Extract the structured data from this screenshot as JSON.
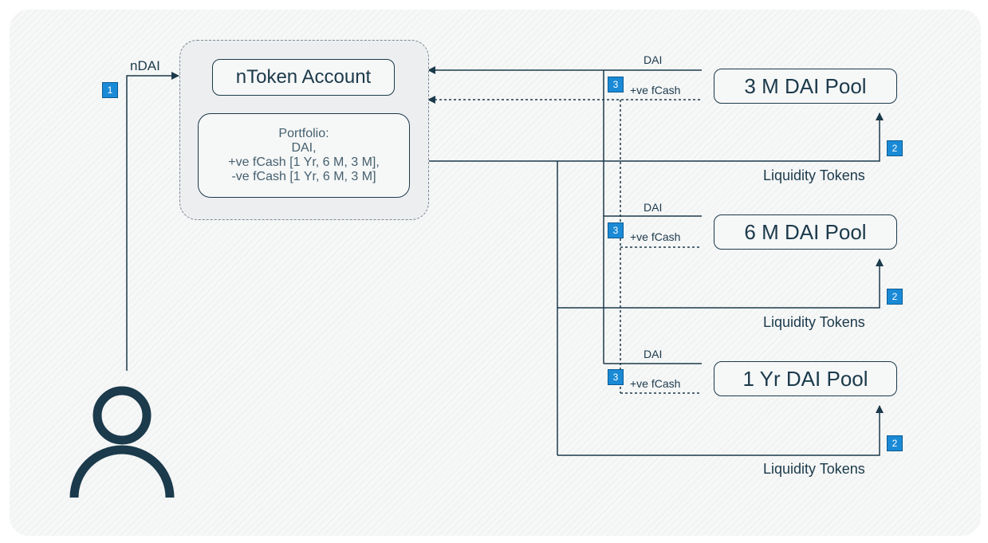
{
  "ntoken": {
    "title": "nToken Account",
    "portfolio_lines": [
      "Portfolio:",
      "DAI,",
      "+ve fCash [1 Yr, 6 M, 3 M],",
      "-ve fCash [1 Yr, 6 M, 3 M]"
    ]
  },
  "user": {
    "deposit_label": "nDAI",
    "step": "1"
  },
  "pools": [
    {
      "name": "3 M DAI Pool",
      "dai_label": "DAI",
      "fcash_label": "+ve fCash",
      "lt_label": "Liquidity Tokens",
      "step_tokens": "2",
      "step_fcash": "3"
    },
    {
      "name": "6 M DAI Pool",
      "dai_label": "DAI",
      "fcash_label": "+ve fCash",
      "lt_label": "Liquidity Tokens",
      "step_tokens": "2",
      "step_fcash": "3"
    },
    {
      "name": "1 Yr DAI Pool",
      "dai_label": "DAI",
      "fcash_label": "+ve fCash",
      "lt_label": "Liquidity Tokens",
      "step_tokens": "2",
      "step_fcash": "3"
    }
  ],
  "colors": {
    "line": "#1b3a4b",
    "badge": "#1a8ad6",
    "text": "#1b3a4b",
    "portfolio_text": "#45606e"
  }
}
